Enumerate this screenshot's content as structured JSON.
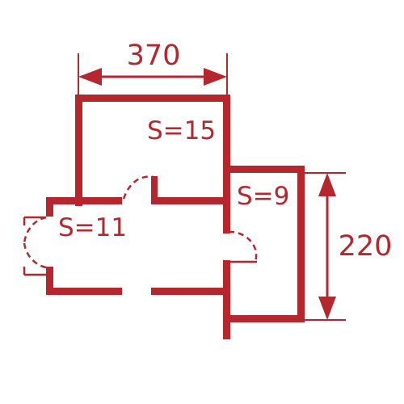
{
  "color": "#b5272d",
  "dimensions": {
    "width_label": "370",
    "height_label": "220"
  },
  "rooms": [
    {
      "id": "top",
      "label": "S=15"
    },
    {
      "id": "right",
      "label": "S=9"
    },
    {
      "id": "left",
      "label": "S=11"
    }
  ]
}
